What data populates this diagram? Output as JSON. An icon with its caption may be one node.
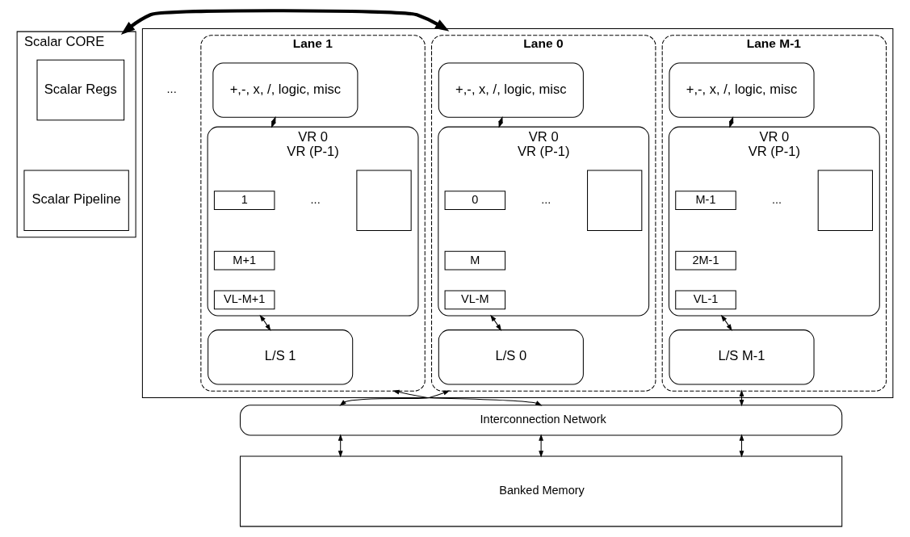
{
  "diagram": {
    "nodes": [
      {
        "text": [
          "Scalar CORE"
        ]
      },
      {
        "text": [
          "Scalar Regs"
        ],
        "in": 0
      },
      {
        "text": [
          "Scalar Pipeline"
        ],
        "in": 0
      },
      {
        "text": [],
        "shape": "box"
      },
      {
        "text": [
          "Lane 0"
        ],
        "in": 3
      },
      {
        "text": [
          "+,-, x, /, logic, misc"
        ],
        "in": 4
      },
      {
        "text": [
          "VR 0",
          "VR (P-1)"
        ],
        "in": 4
      },
      {
        "text": [
          "0"
        ],
        "in": 6
      },
      {
        "text": [
          "M"
        ],
        "in": 6
      },
      {
        "text": [
          "VL-M"
        ],
        "in": 6
      },
      {
        "text": [],
        "shape": "box",
        "in": 6
      },
      {
        "text": [
          "L/S 0"
        ],
        "in": 4
      },
      {
        "text": [
          "Lane 1"
        ],
        "in": 3
      },
      {
        "text": [
          "+,-, x, /, logic, misc"
        ],
        "in": 12
      },
      {
        "text": [
          "VR 0",
          "VR (P-1)"
        ],
        "in": 12
      },
      {
        "text": [
          "1"
        ],
        "in": 14
      },
      {
        "text": [
          "M+1"
        ],
        "in": 14
      },
      {
        "text": [
          "VL-M+1"
        ],
        "in": 14
      },
      {
        "text": [],
        "shape": "box",
        "in": 14
      },
      {
        "text": [
          "L/S 1"
        ],
        "in": 12
      },
      {
        "text": [
          "Lane M-1"
        ],
        "in": 3
      },
      {
        "text": [
          "+,-, x, /, logic, misc"
        ],
        "in": 20
      },
      {
        "text": [
          "VR 0",
          "VR (P-1)"
        ],
        "in": 20
      },
      {
        "text": [
          "M-1"
        ],
        "in": 22
      },
      {
        "text": [
          "2M-1"
        ],
        "in": 22
      },
      {
        "text": [
          "VL-1"
        ],
        "in": 22
      },
      {
        "text": [],
        "shape": "box",
        "in": 22
      },
      {
        "text": [
          "L/S M-1"
        ],
        "in": 20
      },
      {
        "text": [
          "Interconnection Network"
        ]
      },
      {
        "text": [
          "Banked Memory"
        ]
      }
    ],
    "edges": [
      {
        "from": 0,
        "to": 3,
        "arrow": "both",
        "style": "thick"
      },
      {
        "from": 5,
        "to": 6,
        "arrow": "both"
      },
      {
        "from": 6,
        "to": 11,
        "arrow": "both"
      },
      {
        "from": 13,
        "to": 14,
        "arrow": "both"
      },
      {
        "from": 14,
        "to": 19,
        "arrow": "both"
      },
      {
        "from": 21,
        "to": 22,
        "arrow": "both"
      },
      {
        "from": 22,
        "to": 27,
        "arrow": "both"
      },
      {
        "from": 4,
        "to": 28,
        "arrow": "both"
      },
      {
        "from": 12,
        "to": 28,
        "arrow": "both"
      },
      {
        "from": 20,
        "to": 28,
        "arrow": "both"
      },
      {
        "from": 28,
        "to": 29,
        "arrow": "both"
      },
      {
        "from": 28,
        "to": 29,
        "arrow": "both"
      },
      {
        "from": 28,
        "to": 29,
        "arrow": "both"
      }
    ],
    "labels": [
      "...",
      "...",
      "...",
      "..."
    ]
  }
}
